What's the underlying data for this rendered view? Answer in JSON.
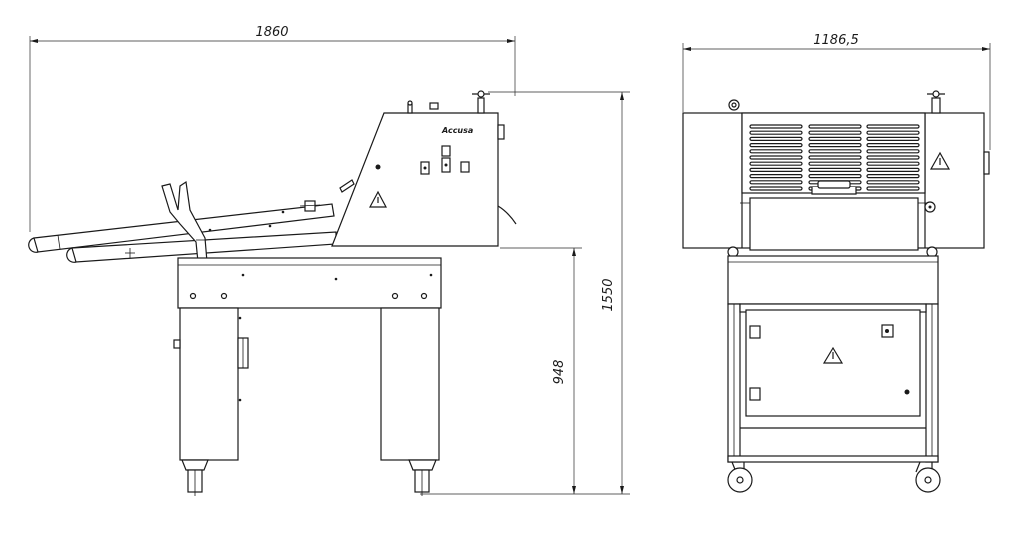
{
  "dimensions": {
    "side_length": "1860",
    "front_width": "1186,5",
    "overall_height": "1550",
    "table_height": "948"
  },
  "logo": {
    "text": "Accusa"
  },
  "colors": {
    "line": "#1a1a1a",
    "background": "#ffffff"
  },
  "icons": [
    "warning-triangle-icon",
    "electric-hazard-icon",
    "adjustment-knob-icon",
    "caster-wheel-icon"
  ]
}
